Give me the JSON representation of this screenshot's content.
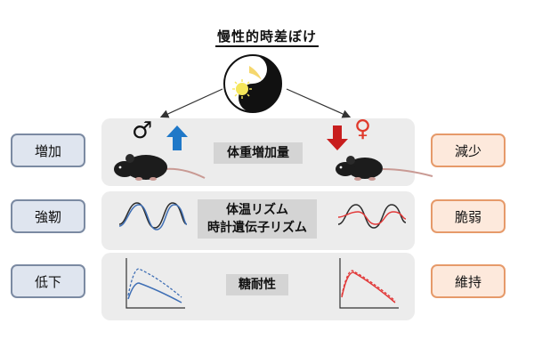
{
  "title": "慢性的時差ぼけ",
  "rows": [
    {
      "left": "増加",
      "center": [
        "体重増加量"
      ],
      "right": "減少"
    },
    {
      "left": "強靭",
      "center": [
        "体温リズム",
        "時計遺伝子リズム"
      ],
      "right": "脆弱"
    },
    {
      "left": "低下",
      "center": [
        "糖耐性"
      ],
      "right": "維持"
    }
  ],
  "symbols": {
    "male": "♂",
    "female": "♀"
  },
  "icons": {
    "clock": "yin-yang-clock-icon",
    "male_mouse": "mouse-icon",
    "female_mouse": "mouse-icon",
    "up": "up-arrow-icon",
    "down": "down-arrow-icon"
  },
  "colors": {
    "left_box_fill": "#dfe5ef",
    "left_box_border": "#7b8aa2",
    "right_box_fill": "#fde9dc",
    "right_box_border": "#e69a6a",
    "band": "#ececec",
    "label_fill": "#d4d4d4",
    "up_arrow": "#1f78c8",
    "down_arrow": "#c81e1e",
    "female_symbol": "#e03a2c",
    "male_curve": "#3f6fb5",
    "female_curve": "#e23838"
  }
}
